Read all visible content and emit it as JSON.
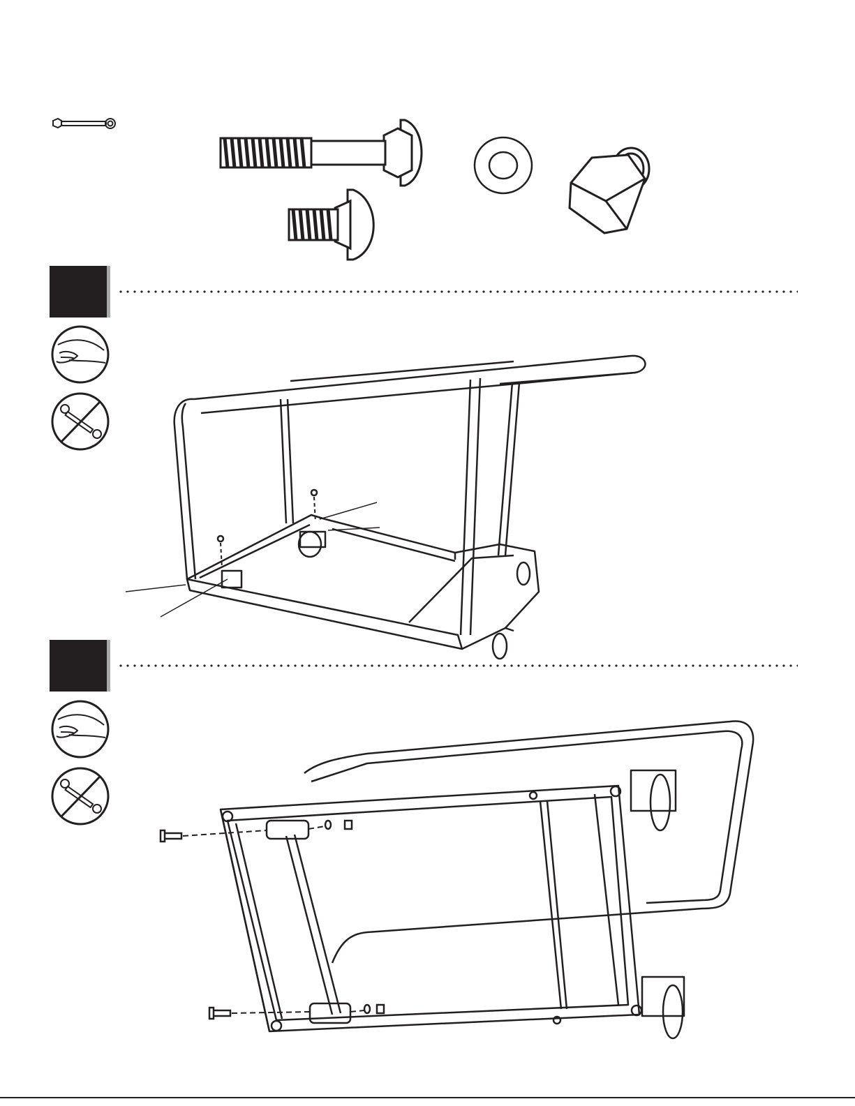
{
  "icons": {
    "wrench": "wrench-icon",
    "hand": "hand-tighten-icon",
    "no_wrench": "no-wrench-icon"
  },
  "hardware": [
    "long-carriage-bolt",
    "short-carriage-bolt",
    "flat-washer",
    "lock-nut"
  ],
  "steps": [
    {
      "label": ""
    },
    {
      "label": ""
    }
  ],
  "colors": {
    "ink": "#231f20",
    "shadow": "#a7a9ac"
  }
}
